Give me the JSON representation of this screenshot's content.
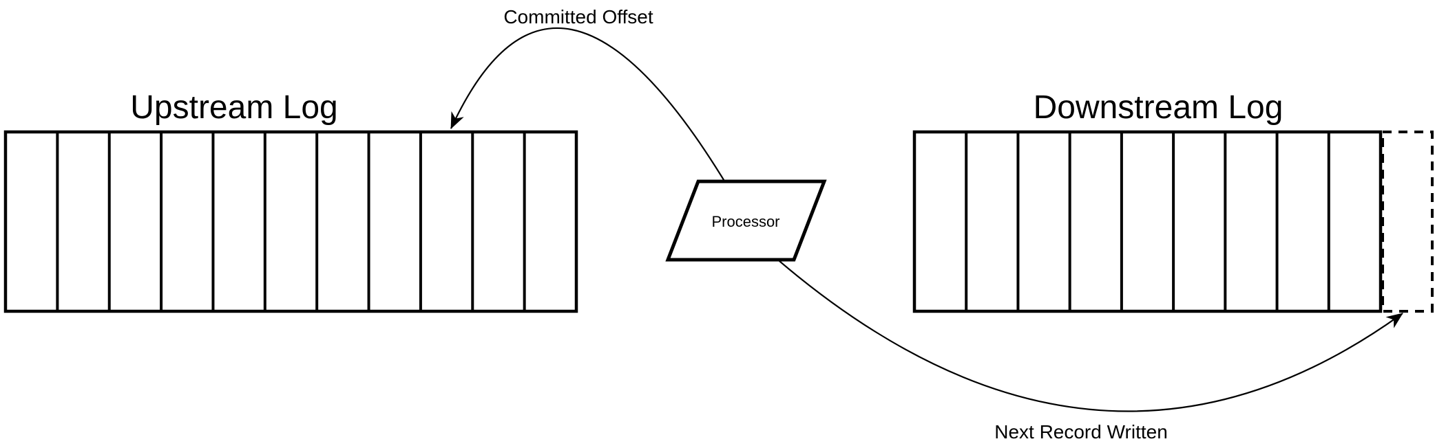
{
  "canvas": {
    "background": "#ffffff",
    "ink": "#000000"
  },
  "upstream_log": {
    "title": "Upstream Log",
    "record_cells": 11
  },
  "downstream_log": {
    "title": "Downstream Log",
    "record_cells": 9,
    "pending_cells": 1,
    "pending_cell_style": "dashed"
  },
  "processor": {
    "label": "Processor"
  },
  "annotations": {
    "committed_offset": {
      "label": "Committed Offset"
    },
    "next_record": {
      "label": "Next Record Written"
    }
  }
}
